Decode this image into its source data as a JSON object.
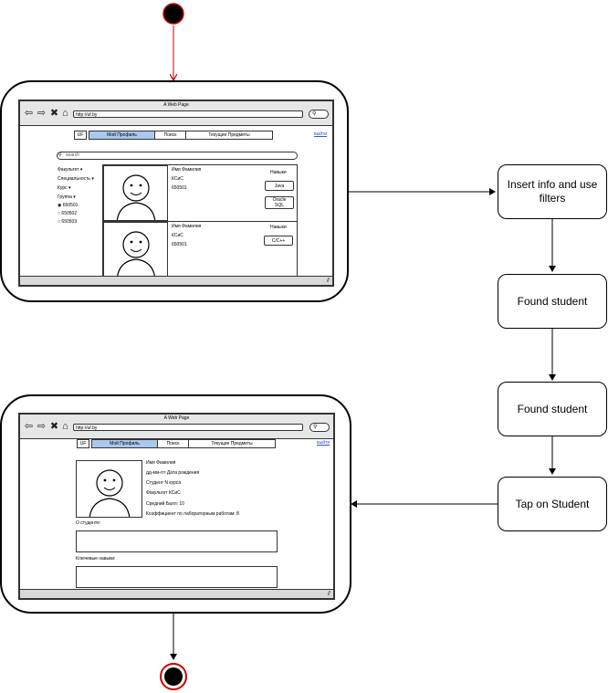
{
  "colors": {
    "arrow_red": "#cc0000",
    "active_tab": "#a8c8ef",
    "link": "#3355cc"
  },
  "steps": {
    "insert": "Insert info and use filters",
    "found1": "Found student",
    "found2": "Found student",
    "tap": "Tap on Student"
  },
  "mock1": {
    "title": "A Web Page",
    "url": "http://uf.by",
    "logo": "UF",
    "tabs": [
      "Мой Профиль",
      "Поиск",
      "Текущие Предметы"
    ],
    "logout": "выйти",
    "search_placeholder": "search",
    "filters": [
      "Факультет",
      "Специальность",
      "Курс",
      "Группа"
    ],
    "groups": [
      "650501",
      "650502",
      "650503"
    ],
    "cards": [
      {
        "name": "Имя Фамилия",
        "faculty": "КСиС",
        "group": "650501",
        "skills_label": "Навыки",
        "skills": [
          "Java",
          "Oracle SQL"
        ]
      },
      {
        "name": "Имя Фамилия",
        "faculty": "КСиС",
        "group": "650501",
        "skills_label": "Навыки",
        "skills": [
          "C/C++"
        ]
      }
    ]
  },
  "mock2": {
    "title": "A Web Page",
    "url": "http://uf.by",
    "logo": "UF",
    "tabs": [
      "Мой Профиль",
      "Поиск",
      "Текущие Предметы"
    ],
    "logout": "выйти",
    "profile_lines": [
      "Имя Фамилия",
      "дд-мм-ггг Дата рождения",
      "Студент N курса",
      "Факультет КСиС",
      "Средний Балл: 10",
      "Коэффициент по лабораторным работам: 8"
    ],
    "about_label": "О студенте:",
    "skills_label": "Ключевые навыки:"
  }
}
